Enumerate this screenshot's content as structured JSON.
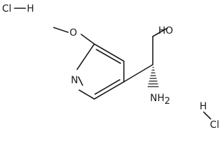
{
  "molecule": {
    "atoms": {
      "nitrogen": "N",
      "oxygen_methoxy": "O",
      "hydroxyl": "HO",
      "amine": "NH",
      "amine_subscript": "2"
    },
    "salts": [
      {
        "cl": "Cl",
        "h": "H"
      },
      {
        "h": "H",
        "cl": "Cl"
      }
    ]
  }
}
